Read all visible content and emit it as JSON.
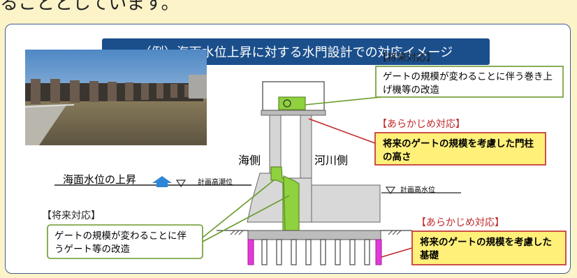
{
  "header": {
    "top_text": "ることとしています。",
    "title": "（例）海面水位上昇に対する水門設計での対応イメージ"
  },
  "photo": {
    "icon": "water-gate-photo"
  },
  "labels": {
    "sea_side": "海側",
    "river_side": "河川側",
    "sea_level_rise": "海面水位の上昇",
    "design_high_tide": "計画高潮位",
    "design_high_water": "計画高水位"
  },
  "callouts": {
    "future_top": {
      "heading": "【将来対応】",
      "text": "ゲートの規模が変わることに伴う巻き上げ機等の改造"
    },
    "advance_mid": {
      "heading": "【あらかじめ対応】",
      "text": "将来のゲートの規模を考慮した門柱の高さ"
    },
    "future_left": {
      "heading": "【将来対応】",
      "text": "ゲートの規模が変わることに伴うゲート等の改造"
    },
    "advance_bottom": {
      "heading": "【あらかじめ対応】",
      "text": "将来のゲートの規模を考慮した基礎"
    }
  },
  "colors": {
    "title_bg": "#1b4f8c",
    "green": "#8fd13e",
    "green_border": "#5c8a24",
    "yellow": "#fff07a",
    "magenta": "#e13ad6",
    "arrow_blue": "#2e86d6",
    "red_text": "#c0282a"
  }
}
